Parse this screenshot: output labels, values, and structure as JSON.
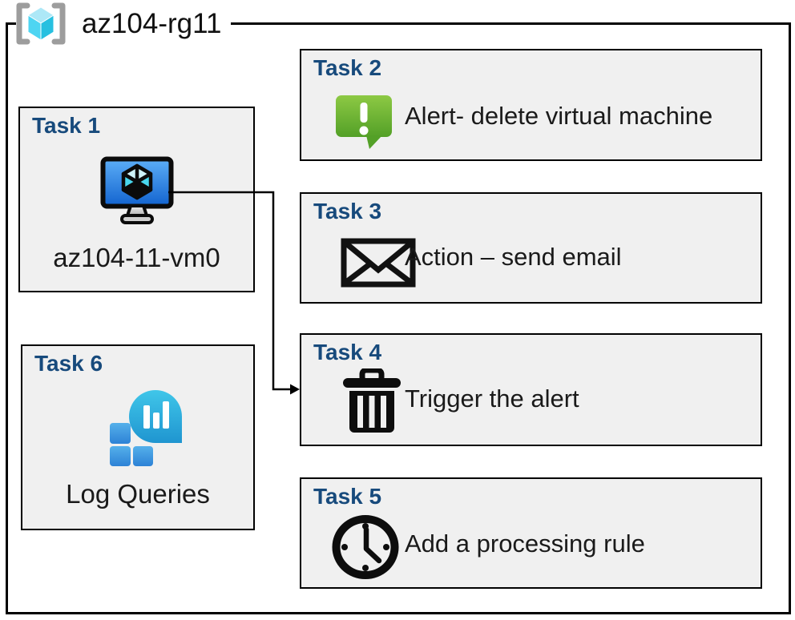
{
  "group": {
    "label": "az104-rg11",
    "icon": "resource-group-icon"
  },
  "tasks": [
    {
      "title": "Task 1",
      "label": "az104-11-vm0",
      "icon": "virtual-machine-icon"
    },
    {
      "title": "Task 2",
      "label": "Alert- delete virtual machine",
      "icon": "alert-message-icon"
    },
    {
      "title": "Task 3",
      "label": "Action – send email",
      "icon": "email-icon"
    },
    {
      "title": "Task 4",
      "label": "Trigger the alert",
      "icon": "trash-icon"
    },
    {
      "title": "Task 5",
      "label": "Add a processing rule",
      "icon": "clock-icon"
    },
    {
      "title": "Task 6",
      "label": "Log Queries",
      "icon": "log-analytics-icon"
    }
  ],
  "connector": {
    "from": "Task 1",
    "to": "Task 4"
  },
  "colors": {
    "task_title": "#174a7c",
    "box_fill": "#f0f0f0",
    "box_border": "#000000",
    "rg_bracket_gray": "#9d9d9d",
    "cube_top": "#ade8f7",
    "cube_left": "#4ed5f2",
    "cube_right": "#27c0e0",
    "vm_screen_top": "#5caef7",
    "vm_screen_bottom": "#1263cf",
    "alert_green_top": "#8dc944",
    "alert_green_bottom": "#53a027",
    "log_droplet_top": "#40c6e9",
    "log_droplet_bottom": "#1f95d0",
    "log_square_top": "#55b0ea",
    "log_square_bottom": "#2d82d6"
  }
}
